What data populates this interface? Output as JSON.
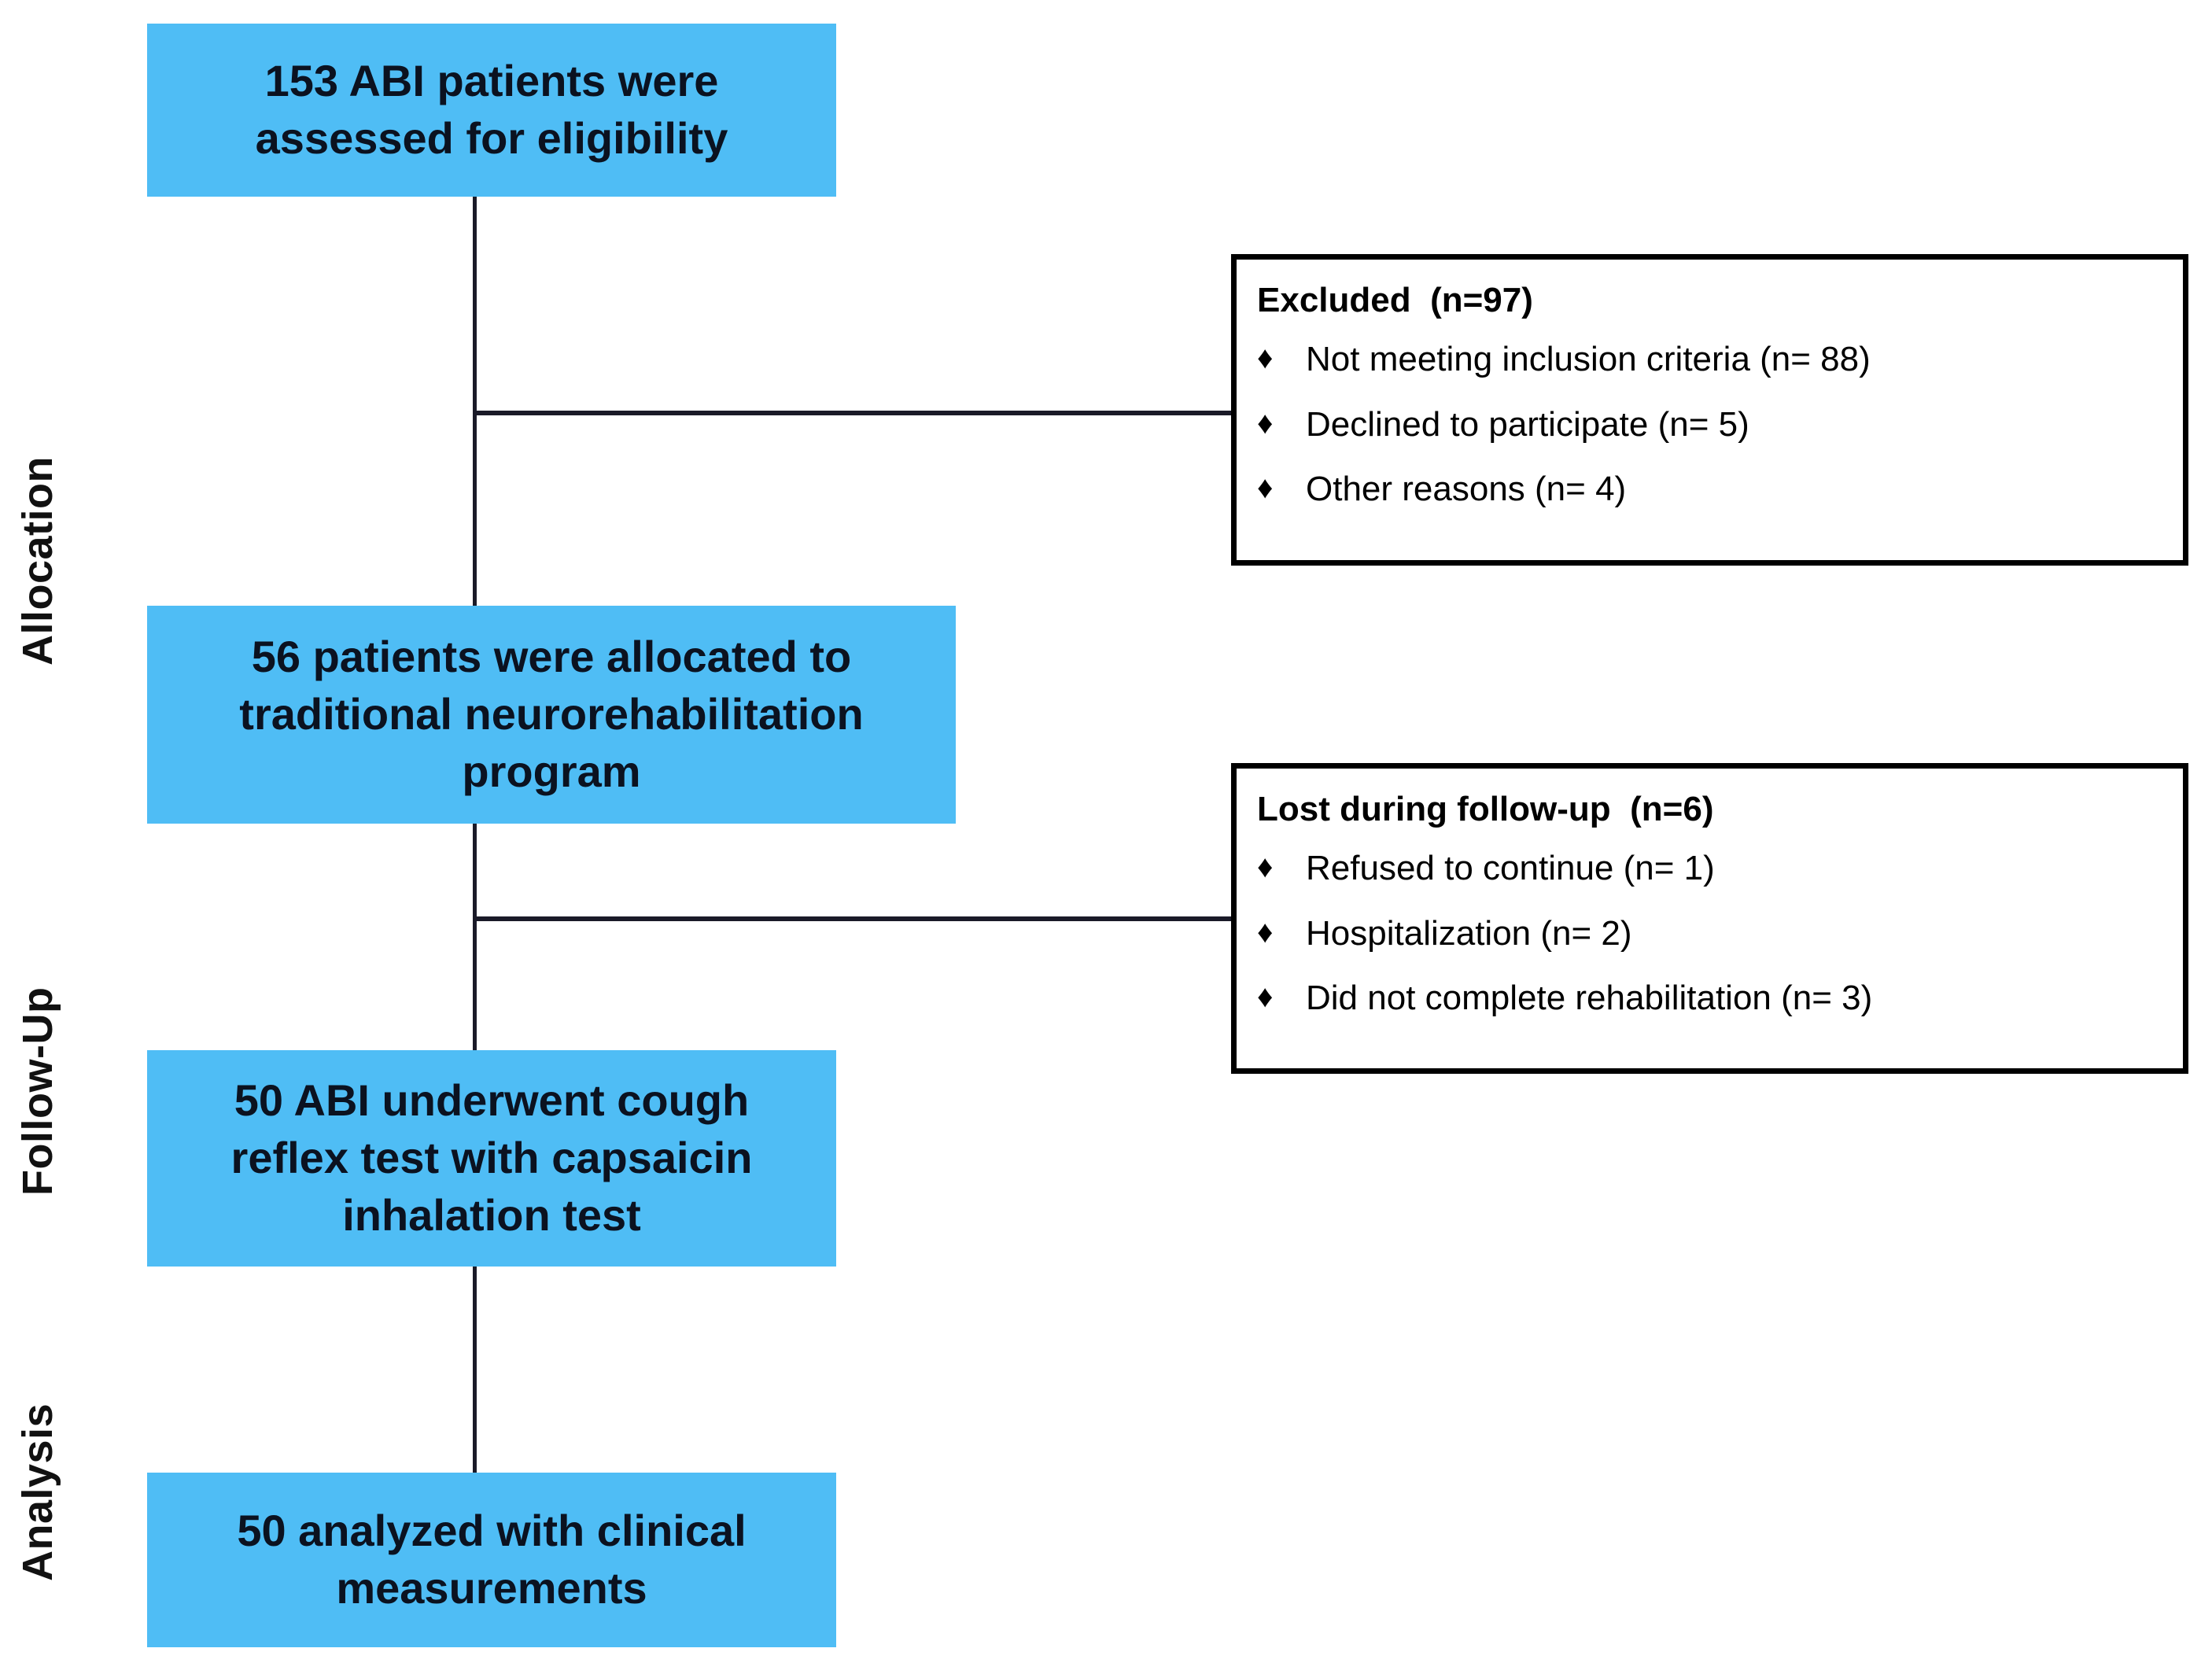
{
  "diagram": {
    "title": "CONSORT participant flow diagram",
    "accent_color": "#4FBDF5",
    "line_color": "#1a1a28",
    "box_border_color": "#000000",
    "bullet_glyph": "♦"
  },
  "stages": [
    {
      "label": "Allocation"
    },
    {
      "label": "Follow-Up"
    },
    {
      "label": "Analysis"
    }
  ],
  "flow_boxes": [
    {
      "id": "enrollment",
      "text": "153 ABI patients were\nassessed for eligibility"
    },
    {
      "id": "allocation",
      "text": "56 patients were allocated to\ntraditional neurorehabilitation\nprogram"
    },
    {
      "id": "follow_up",
      "text": "50 ABI underwent cough\nreflex test with capsaicin\ninhalation test"
    },
    {
      "id": "analysis",
      "text": "50 analyzed with clinical\nmeasurements"
    }
  ],
  "side_boxes": [
    {
      "id": "excluded",
      "title": "Excluded  (n=97)",
      "items": [
        "Not meeting inclusion criteria (n= 88)",
        "Declined to participate (n= 5)",
        "Other reasons (n= 4)"
      ]
    },
    {
      "id": "lost_follow_up",
      "title": "Lost during follow-up  (n=6)",
      "items": [
        "Refused to continue (n= 1)",
        "Hospitalization (n= 2)",
        "Did not complete rehabilitation (n= 3)"
      ]
    }
  ],
  "chart_data": {
    "type": "diagram",
    "title": "CONSORT flow of ABI participants",
    "nodes": [
      {
        "id": "enrollment",
        "label": "153 ABI patients were assessed for eligibility",
        "n": 153
      },
      {
        "id": "excluded",
        "label": "Excluded",
        "n": 97,
        "breakdown": [
          {
            "reason": "Not meeting inclusion criteria",
            "n": 88
          },
          {
            "reason": "Declined to participate",
            "n": 5
          },
          {
            "reason": "Other reasons",
            "n": 4
          }
        ]
      },
      {
        "id": "allocation",
        "label": "56 patients were allocated to traditional neurorehabilitation program",
        "n": 56
      },
      {
        "id": "lost_follow_up",
        "label": "Lost during follow-up",
        "n": 6,
        "breakdown": [
          {
            "reason": "Refused to continue",
            "n": 1
          },
          {
            "reason": "Hospitalization",
            "n": 2
          },
          {
            "reason": "Did not complete rehabilitation",
            "n": 3
          }
        ]
      },
      {
        "id": "follow_up",
        "label": "50 ABI underwent cough reflex test with capsaicin inhalation test",
        "n": 50
      },
      {
        "id": "analysis",
        "label": "50 analyzed with clinical measurements",
        "n": 50
      }
    ],
    "edges": [
      {
        "from": "enrollment",
        "to": "allocation"
      },
      {
        "from": "enrollment",
        "to": "excluded"
      },
      {
        "from": "allocation",
        "to": "follow_up"
      },
      {
        "from": "allocation",
        "to": "lost_follow_up"
      },
      {
        "from": "follow_up",
        "to": "analysis"
      }
    ],
    "stages": [
      "Allocation",
      "Follow-Up",
      "Analysis"
    ]
  }
}
